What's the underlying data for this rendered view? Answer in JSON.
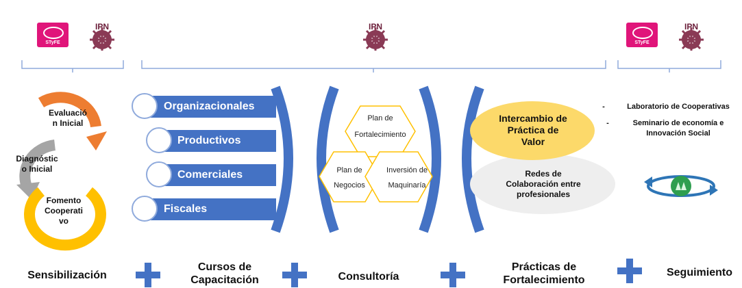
{
  "logos": {
    "styfe_text": "STyFE",
    "ipn_text": "IPN"
  },
  "cycle": {
    "step1": "Evaluación Inicial",
    "step1_l1": "Evaluació",
    "step1_l2": "n Inicial",
    "step2_l1": "Diagnóstic",
    "step2_l2": "o Inicial",
    "step3_l1": "Fomento",
    "step3_l2": "Cooperati",
    "step3_l3": "vo"
  },
  "courses": {
    "items": [
      "Organizacionales",
      "Productivos",
      "Comerciales",
      "Fiscales"
    ]
  },
  "consulting": {
    "hex_top_l1": "Plan de",
    "hex_top_l2": "Fortalecimiento",
    "hex_left_l1": "Plan de",
    "hex_left_l2": "Negocios",
    "hex_right_l1": "Inversión de",
    "hex_right_l2": "Maquinaría"
  },
  "practices": {
    "oval1_l1": "Intercambio de",
    "oval1_l2": "Práctica de",
    "oval1_l3": "Valor",
    "oval2_l1": "Redes de",
    "oval2_l2": "Colaboración entre",
    "oval2_l3": "profesionales"
  },
  "followup": {
    "item1": "Laboratorio de Cooperativas",
    "item2_l1": "Seminario de economía e",
    "item2_l2": "Innovación Social",
    "bullet": "-"
  },
  "bottom": {
    "label1": "Sensibilización",
    "label2_l1": "Cursos de",
    "label2_l2": "Capacitación",
    "label3": "Consultoría",
    "label4_l1": "Prácticas de",
    "label4_l2": "Fortalecimiento",
    "label5": "Seguimiento"
  },
  "colors": {
    "accent_blue": "#4472c4",
    "orange": "#ed7d31",
    "gray": "#a5a5a5",
    "yellow": "#ffc000",
    "oval_yellow": "#fcd96a",
    "oval_gray": "#eeeeee",
    "styfe_pink": "#e0157a",
    "ipn_maroon": "#6b1e3a"
  }
}
